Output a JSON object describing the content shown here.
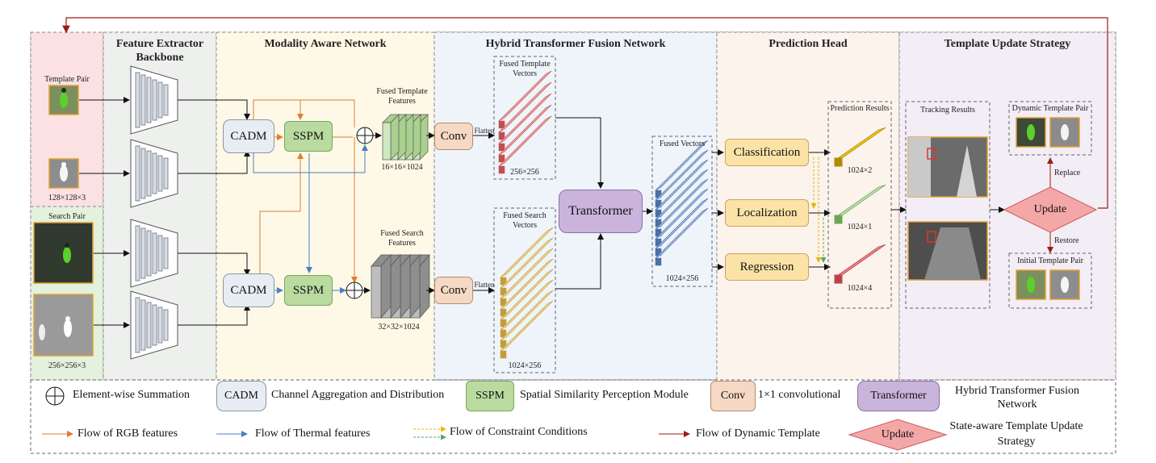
{
  "panels": {
    "backbone": "Feature Extractor Backbone",
    "man": "Modality Aware Network",
    "htfn": "Hybrid Transformer Fusion Network",
    "head": "Prediction Head",
    "tus": "Template Update Strategy"
  },
  "inputs": {
    "template_pair": "Template Pair",
    "template_size": "128×128×3",
    "search_pair": "Search Pair",
    "search_size": "256×256×3"
  },
  "modules": {
    "cadm": "CADM",
    "sspm": "SSPM",
    "conv": "Conv",
    "transformer": "Transformer",
    "flatten": "Flatten",
    "update": "Update"
  },
  "features": {
    "fused_template": "Fused Template Features",
    "fused_template_size": "16×16×1024",
    "fused_search": "Fused Search Features",
    "fused_search_size": "32×32×1024",
    "fused_template_vectors": "Fused Template Vectors",
    "ftv_size": "256×256",
    "fused_search_vectors": "Fused Search Vectors",
    "fsv_size": "1024×256",
    "fused_vectors": "Fused Vectors",
    "fv_size": "1024×256"
  },
  "head": {
    "classification": "Classification",
    "localization": "Localization",
    "regression": "Regression",
    "prediction_results": "Prediction Results",
    "cls_size": "1024×2",
    "loc_size": "1024×1",
    "reg_size": "1024×4"
  },
  "tus": {
    "tracking_results": "Tracking Results",
    "dynamic_pair": "Dynamic Template Pair",
    "initial_pair": "Initial Template Pair",
    "replace": "Replace",
    "restore": "Restore"
  },
  "legend": {
    "sum": "Element-wise Summation",
    "cadm_abbr": "CADM",
    "cadm_full": "Channel Aggregation and Distribution",
    "sspm_abbr": "SSPM",
    "sspm_full": "Spatial Similarity Perception Module",
    "conv_abbr": "Conv",
    "conv_full": "1×1 convolutional",
    "trans_abbr": "Transformer",
    "trans_full": "Hybrid Transformer Fusion Network",
    "rgb_flow": "Flow of RGB features",
    "thermal_flow": "Flow of Thermal features",
    "constraint_flow": "Flow of Constraint Conditions",
    "dynamic_flow": "Flow of Dynamic Template",
    "update_abbr": "Update",
    "update_full": "State-aware Template Update Strategy"
  },
  "colors": {
    "rgb_flow": "#e07b39",
    "thermal_flow": "#4a7fc1",
    "dynamic_flow": "#a01818",
    "constraint_a": "#e6b800",
    "constraint_b": "#5aa85a",
    "cadm_fill": "#e8edf3",
    "sspm_fill": "#b9dba0",
    "conv_fill": "#f6d9c4",
    "transformer_fill": "#cbb4dc",
    "head_box_fill": "#fbe3a7",
    "update_fill": "#f4a7a7"
  }
}
